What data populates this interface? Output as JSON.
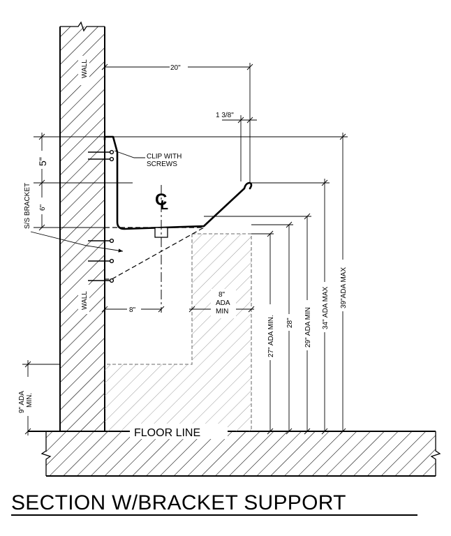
{
  "title": "SECTION W/BRACKET SUPPORT",
  "labels": {
    "wall_top": "WALL",
    "wall_bottom": "WALL",
    "clip": [
      "CLIP WITH",
      "SCREWS"
    ],
    "bracket": "S/S BRACKET",
    "centerline": "CL",
    "floor_line": "FLOOR LINE"
  },
  "dimensions": {
    "width_20": "20\"",
    "lip_1_3_8": "1 3/8\"",
    "h_5": "5\"",
    "h_6": "6\"",
    "depth_8": "8\"",
    "knee_depth": [
      "8\"",
      "ADA",
      "MIN"
    ],
    "toe_9": [
      "9\" ADA",
      "MIN."
    ],
    "h_27": "27\" ADA MIN.",
    "h_28": "28\"",
    "h_29": "29\" ADA MIN",
    "h_34": "34\" ADA MAX",
    "h_39": "39\"ADA MAX"
  }
}
